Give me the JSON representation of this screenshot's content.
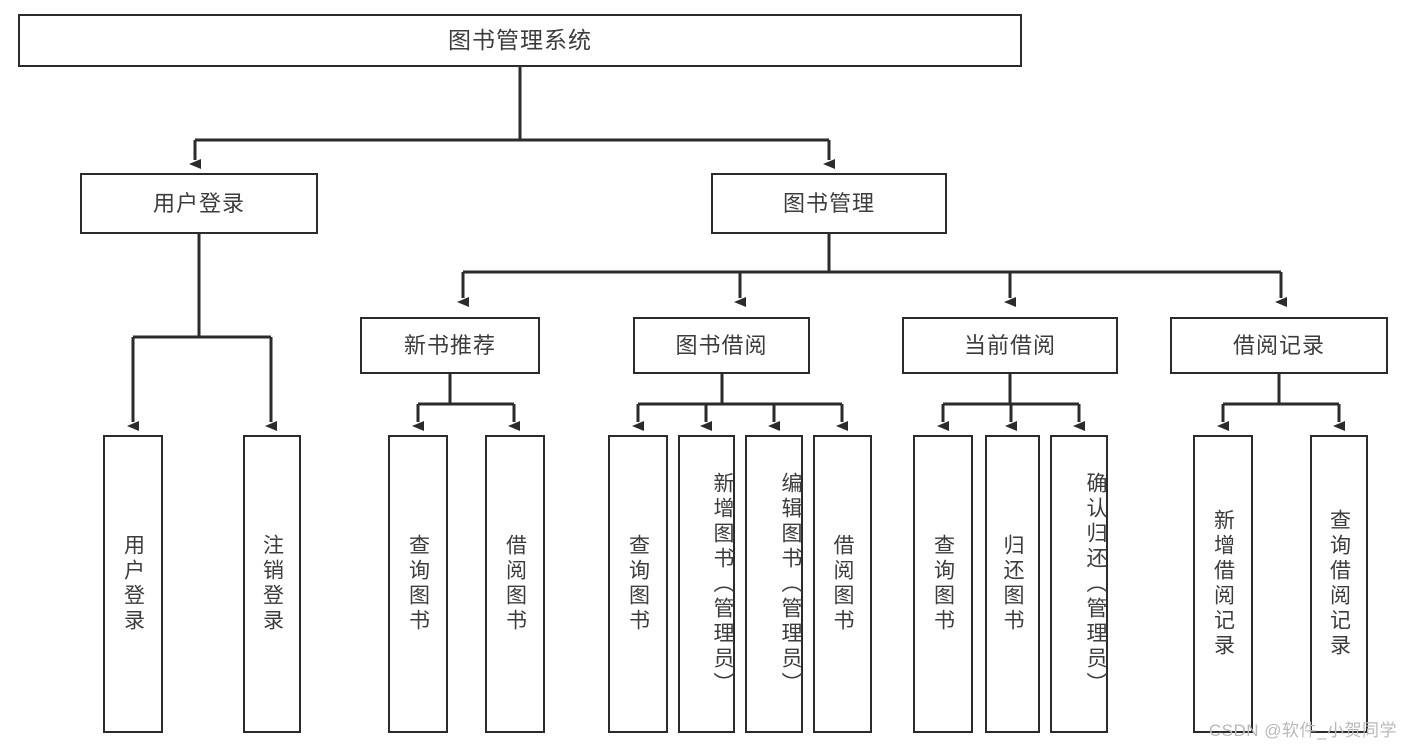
{
  "diagram": {
    "title": "图书管理系统",
    "type": "tree-hierarchy-diagram",
    "root": {
      "label": "图书管理系统"
    },
    "level2": [
      {
        "label": "用户登录"
      },
      {
        "label": "图书管理"
      }
    ],
    "level3": [
      {
        "label": "新书推荐"
      },
      {
        "label": "图书借阅"
      },
      {
        "label": "当前借阅"
      },
      {
        "label": "借阅记录"
      }
    ],
    "leaves": {
      "user_login": [
        {
          "label": "用户登录"
        },
        {
          "label": "注销登录"
        }
      ],
      "new_book_recommend": [
        {
          "label": "查询图书"
        },
        {
          "label": "借阅图书"
        }
      ],
      "book_borrow": [
        {
          "label": "查询图书"
        },
        {
          "label": "新增图书（管理员）"
        },
        {
          "label": "编辑图书（管理员）"
        },
        {
          "label": "借阅图书"
        }
      ],
      "current_borrow": [
        {
          "label": "查询图书"
        },
        {
          "label": "归还图书"
        },
        {
          "label": "确认归还（管理员）"
        }
      ],
      "borrow_record": [
        {
          "label": "新增借阅记录"
        },
        {
          "label": "查询借阅记录"
        }
      ]
    }
  },
  "watermark": {
    "text": "CSDN @软件_小贺同学"
  },
  "colors": {
    "stroke": "#2b2b2b",
    "text": "#3c3c3c",
    "background": "#ffffff",
    "watermark": "#b9b9b9"
  }
}
